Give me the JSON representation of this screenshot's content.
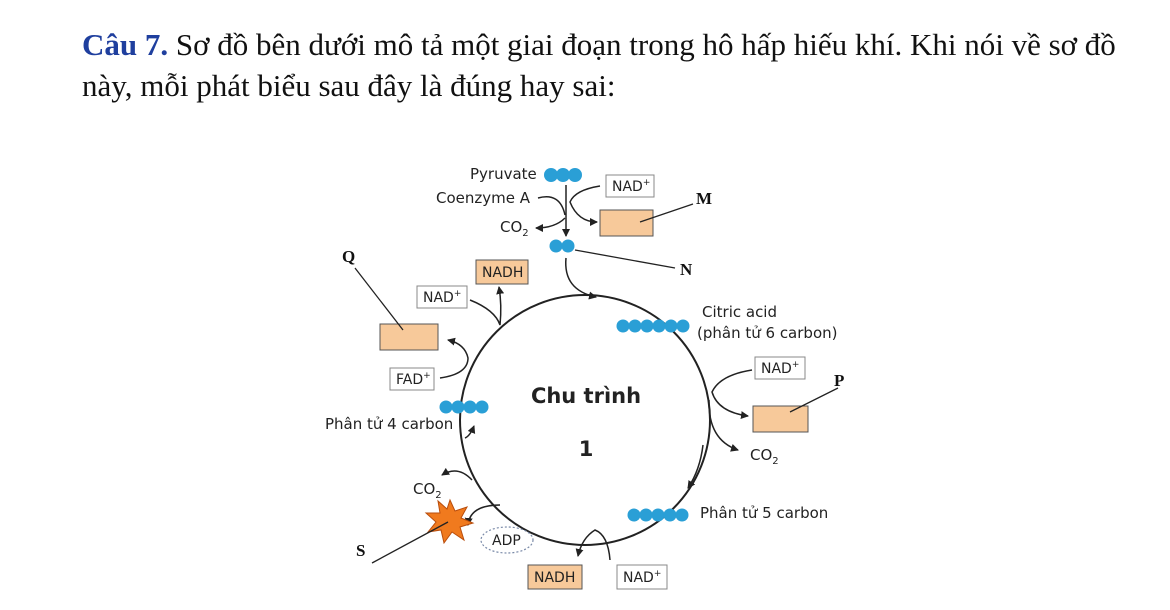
{
  "question": {
    "number": "Câu 7.",
    "text": "Sơ đồ bên dưới mô tả một giai đoạn trong hô hấp hiếu khí. Khi nói về sơ đồ này, mỗi phát biểu sau đây là đúng hay sai:"
  },
  "diagram": {
    "pyruvate": "Pyruvate",
    "coenzyme_a": "Coenzyme A",
    "co2": "CO",
    "co2_sub": "2",
    "nad": "NAD",
    "nad_sup": "+",
    "nadh": "NADH",
    "fad": "FAD",
    "fad_sup": "+",
    "adp": "ADP",
    "citric_acid": "Citric acid",
    "citric_note": "(phân tử 6 carbon)",
    "five_carbon": "Phân tử 5 carbon",
    "four_carbon": "Phân tử 4 carbon",
    "cycle_title": "Chu trình",
    "cycle_number": "1",
    "letters": {
      "m": "M",
      "n": "N",
      "p": "P",
      "q": "Q",
      "s": "S"
    }
  },
  "colors": {
    "molecule_dot": "#2a9fd6",
    "product_box": "#f7c99a",
    "burst": "#f07a1e",
    "question_number": "#1f3f9e"
  }
}
